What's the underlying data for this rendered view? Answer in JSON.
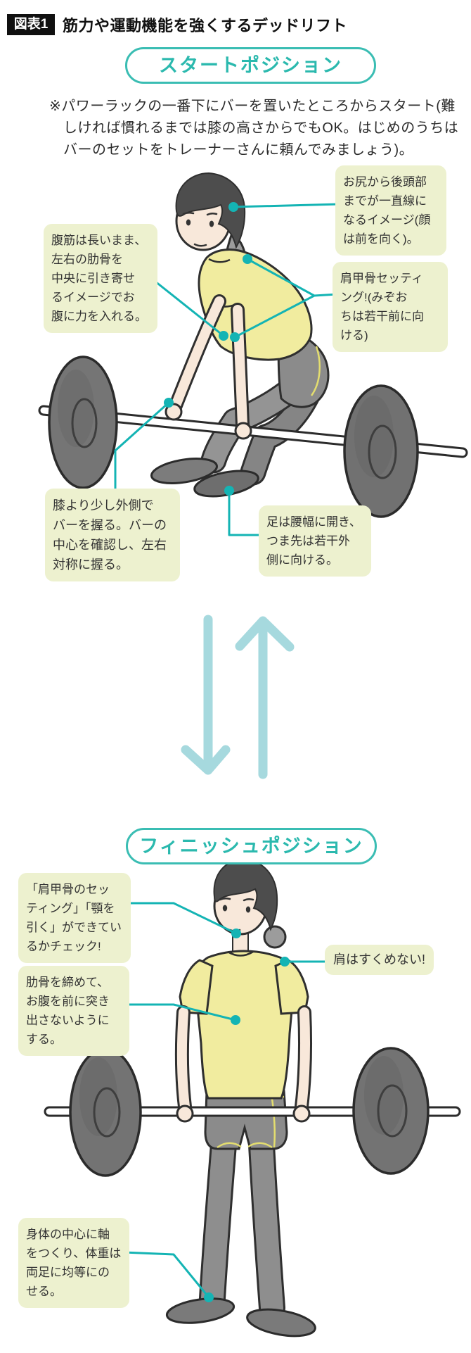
{
  "header": {
    "badge": "図表1",
    "title": "筋力や運動機能を強くするデッドリフト"
  },
  "colors": {
    "accent_teal": "#2bb9ae",
    "leader_line": "#14b4b4",
    "transition_arrow": "#a6d9de",
    "callout_bg": "#edf1cf",
    "ink": "#333333"
  },
  "sections": [
    {
      "pill": "スタートポジション",
      "note": "※パワーラックの一番下にバーを置いたところからスタート(難\nしければ慣れるまでは膝の高さからでもOK。はじめのうちは\nバーのセットをトレーナーさんに頼んでみましょう)。",
      "callouts": [
        {
          "id": "hips-head-line",
          "text": "お尻から後頭部\nまでが一直線に\nなるイメージ(顔\nは前を向く)。"
        },
        {
          "id": "scapula-setting",
          "text": "肩甲骨セッティ\nング!(みぞお\nちは若干前に向\nける)"
        },
        {
          "id": "abdominal",
          "text": "腹筋は長いまま、\n左右の肋骨を\n中央に引き寄せ\nるイメージでお\n腹に力を入れる。"
        },
        {
          "id": "grip",
          "text": "膝より少し外側で\nバーを握る。バーの\n中心を確認し、左右\n対称に握る。"
        },
        {
          "id": "feet",
          "text": "足は腰幅に開き、\nつま先は若干外\n側に向ける。"
        }
      ]
    },
    {
      "pill": "フィニッシュポジション",
      "callouts": [
        {
          "id": "scapula-chin-check",
          "text": "「肩甲骨のセッ\nティング」「顎を\n引く」ができてい\nるかチェック!"
        },
        {
          "id": "ribs",
          "text": "肋骨を締めて、\nお腹を前に突き\n出さないように\nする。"
        },
        {
          "id": "shoulders",
          "text": "肩はすくめない!"
        },
        {
          "id": "axis",
          "text": "身体の中心に軸\nをつくり、体重は\n両足に均等にの\nせる。"
        }
      ]
    }
  ]
}
